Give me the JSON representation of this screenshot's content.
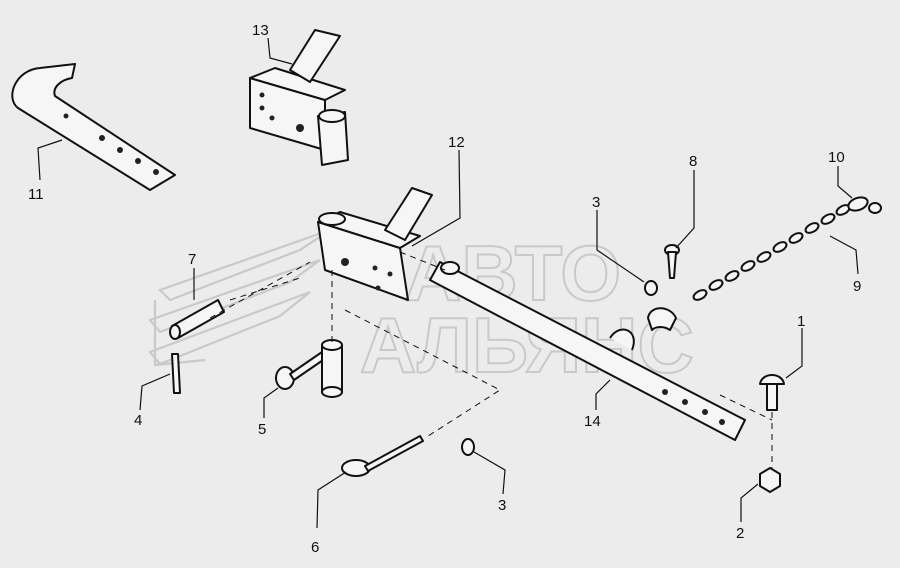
{
  "watermark": {
    "line1": "АВТО",
    "line2": "АЛЬЯНС"
  },
  "callouts": [
    {
      "id": "11",
      "label": "11"
    },
    {
      "id": "13",
      "label": "13"
    },
    {
      "id": "12",
      "label": "12"
    },
    {
      "id": "7",
      "label": "7"
    },
    {
      "id": "8",
      "label": "8"
    },
    {
      "id": "3a",
      "label": "3"
    },
    {
      "id": "10",
      "label": "10"
    },
    {
      "id": "9",
      "label": "9"
    },
    {
      "id": "1",
      "label": "1"
    },
    {
      "id": "4",
      "label": "4"
    },
    {
      "id": "5",
      "label": "5"
    },
    {
      "id": "14",
      "label": "14"
    },
    {
      "id": "3b",
      "label": "3"
    },
    {
      "id": "2",
      "label": "2"
    },
    {
      "id": "6",
      "label": "6"
    }
  ]
}
